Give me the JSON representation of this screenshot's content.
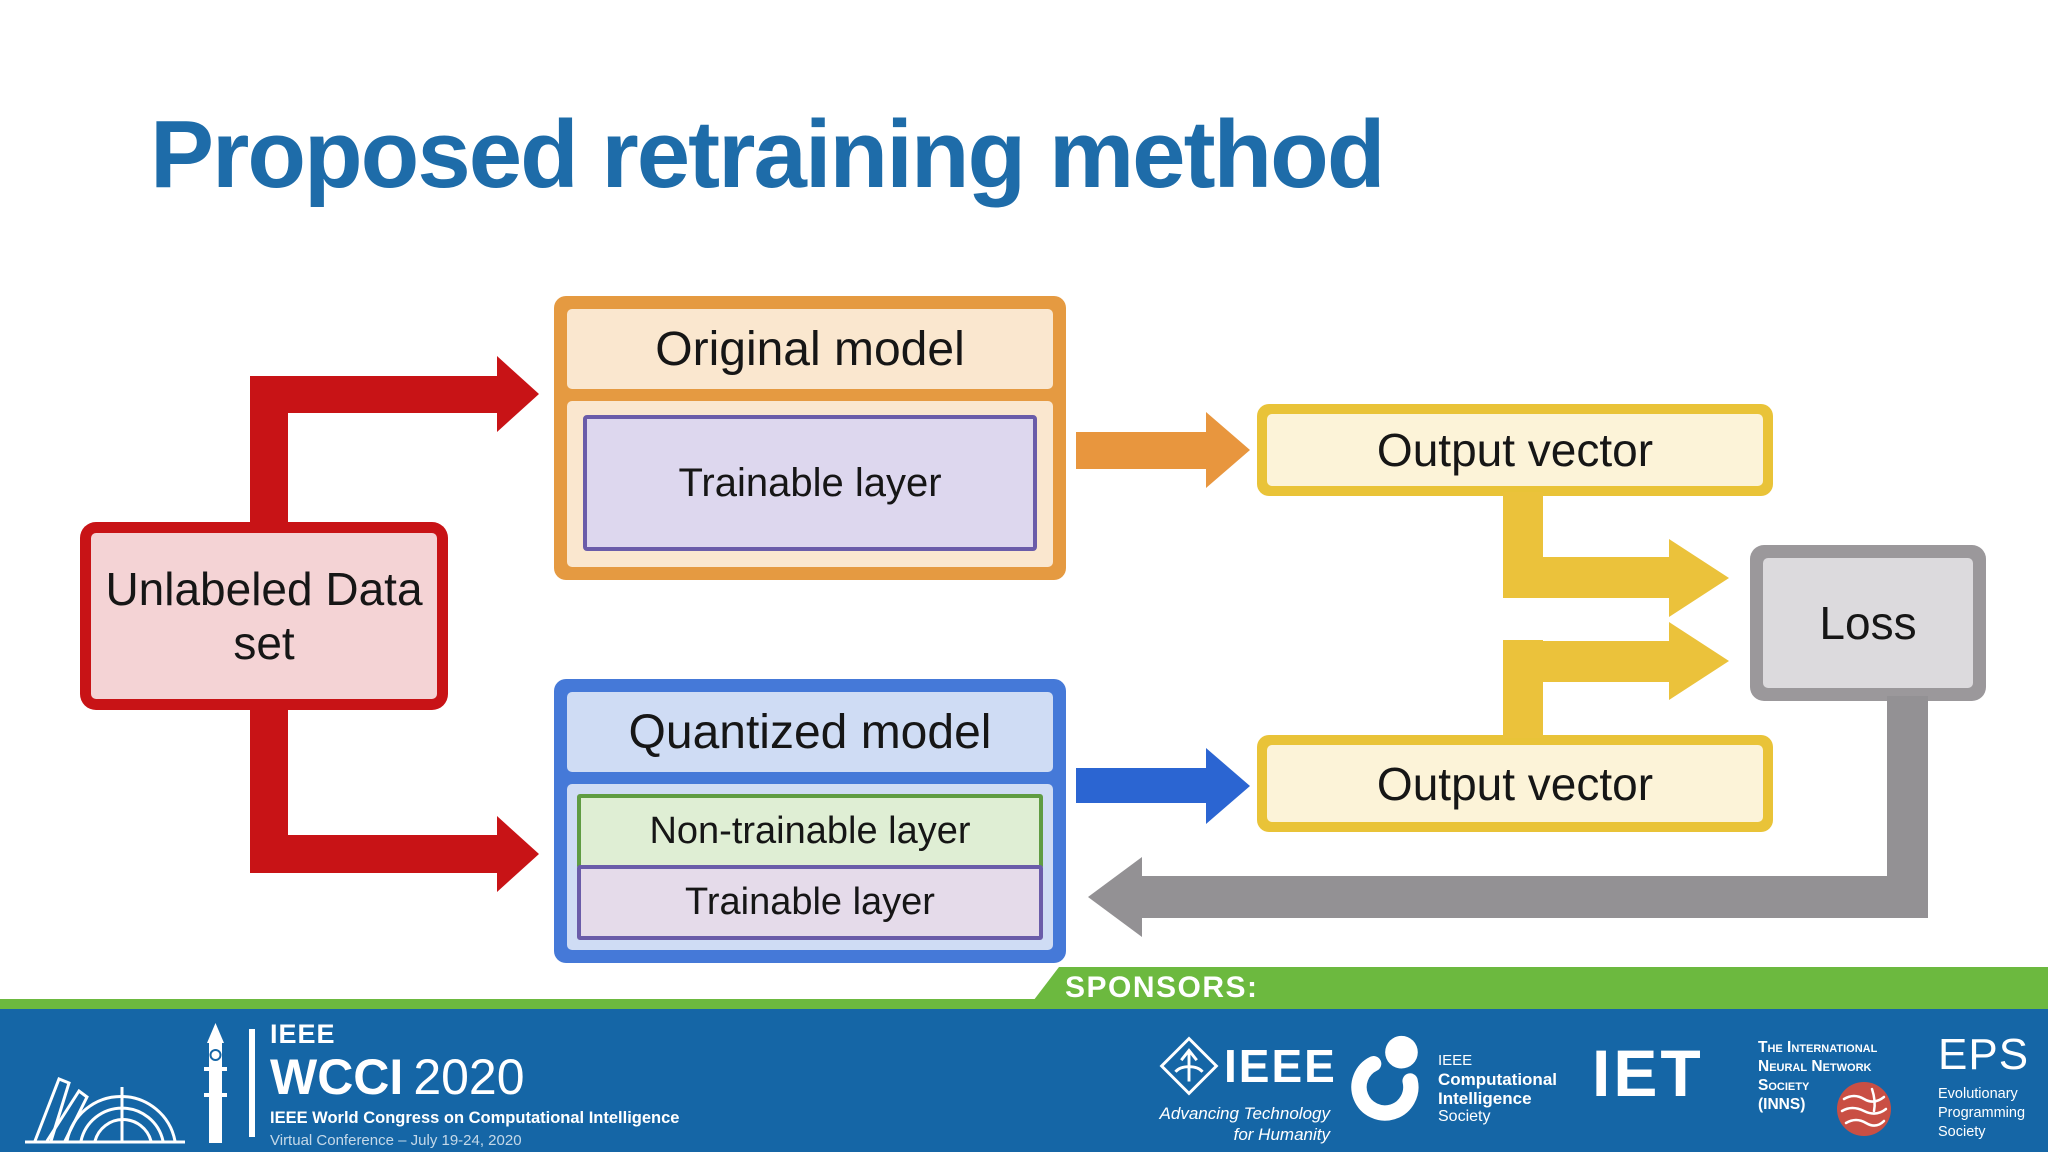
{
  "title": "Proposed retraining method",
  "diagram": {
    "unlabeled_dataset": {
      "label": "Unlabeled Data set"
    },
    "original_model": {
      "label": "Original model",
      "layers": [
        {
          "label": "Trainable layer"
        }
      ]
    },
    "quantized_model": {
      "label": "Quantized model",
      "layers": [
        {
          "label": "Non-trainable layer"
        },
        {
          "label": "Trainable layer"
        }
      ]
    },
    "output_vector_top": {
      "label": "Output vector"
    },
    "output_vector_bottom": {
      "label": "Output vector"
    },
    "loss": {
      "label": "Loss"
    }
  },
  "colors": {
    "title": "#1e6ca9",
    "dataset_frame": "#c81316",
    "dataset_fill": "#f4d3d5",
    "original_frame": "#e59a41",
    "original_fill": "#fae7cf",
    "quantized_frame": "#4579d8",
    "quantized_fill": "#cfdcf4",
    "nontrainable_frame": "#5f9c42",
    "nontrainable_fill": "#dfeed4",
    "trainable_frame": "#6a5ca9",
    "trainable_fill": "#ddd7ee",
    "output_frame": "#e9c338",
    "output_fill": "#fcf3d8",
    "loss_frame": "#9b989b",
    "loss_fill": "#dcdadd",
    "arrow_red": "#c81316",
    "arrow_orange": "#e8963e",
    "arrow_blue": "#2b65d2",
    "arrow_yellow": "#ebc23b",
    "arrow_gray": "#939194",
    "footer_green": "#6cb93f",
    "footer_blue": "#1566a6"
  },
  "footer": {
    "sponsors_label": "SPONSORS:",
    "wcci": {
      "ieee": "IEEE",
      "name": "WCCI",
      "year": "2020",
      "congress": "IEEE World Congress on Computational Intelligence",
      "conference": "Virtual Conference – July 19-24, 2020"
    },
    "ieee": {
      "name": "IEEE",
      "tagline_line1": "Advancing Technology",
      "tagline_line2": "for Humanity"
    },
    "cis": {
      "line1": "IEEE",
      "line2": "Computational",
      "line3": "Intelligence",
      "line4": "Society"
    },
    "iet": {
      "name": "IET"
    },
    "inns": {
      "line1": "The International",
      "line2": "Neural Network",
      "line3": "Society",
      "line4": "(INNS)"
    },
    "eps": {
      "name": "EPS",
      "line1": "Evolutionary",
      "line2": "Programming",
      "line3": "Society"
    }
  }
}
